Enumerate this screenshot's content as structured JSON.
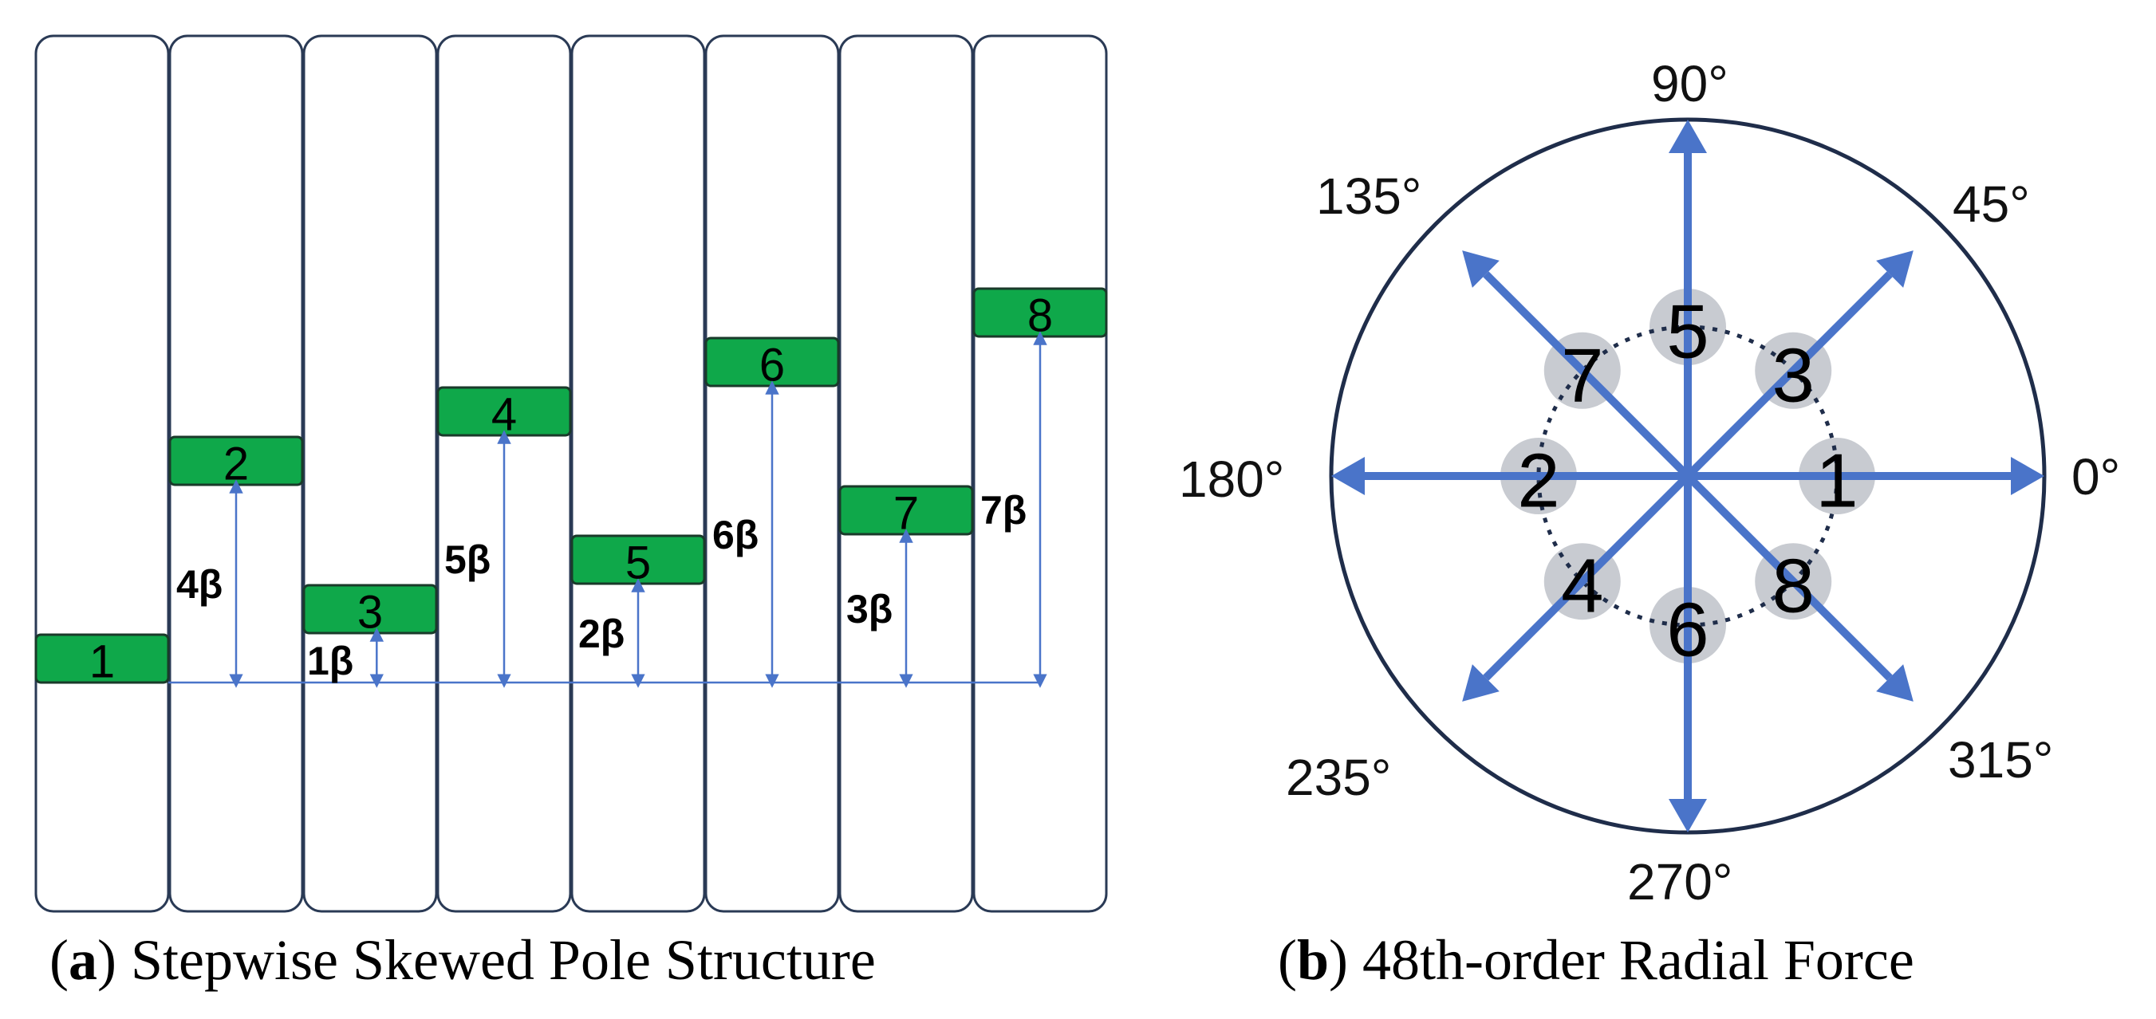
{
  "panel_a": {
    "caption_letter": "a",
    "caption_text": "Stepwise Skewed Pole Structure",
    "poles": [
      {
        "label": "1",
        "step": 0
      },
      {
        "label": "2",
        "step": 4
      },
      {
        "label": "3",
        "step": 1
      },
      {
        "label": "4",
        "step": 5
      },
      {
        "label": "5",
        "step": 2
      },
      {
        "label": "6",
        "step": 6
      },
      {
        "label": "7",
        "step": 3
      },
      {
        "label": "8",
        "step": 7
      }
    ],
    "offset_labels": [
      "4β",
      "1β",
      "5β",
      "2β",
      "6β",
      "3β",
      "7β"
    ]
  },
  "panel_b": {
    "caption_letter": "b",
    "caption_text": "48th-order Radial Force",
    "angle_labels": {
      "a0": "0°",
      "a45": "45°",
      "a90": "90°",
      "a135": "135°",
      "a180": "180°",
      "a235": "235°",
      "a270": "270°",
      "a315": "315°"
    },
    "vectors": [
      {
        "label": "1",
        "angle_deg": 0
      },
      {
        "label": "3",
        "angle_deg": 45
      },
      {
        "label": "5",
        "angle_deg": 90
      },
      {
        "label": "7",
        "angle_deg": 135
      },
      {
        "label": "2",
        "angle_deg": 180
      },
      {
        "label": "4",
        "angle_deg": 225
      },
      {
        "label": "6",
        "angle_deg": 270
      },
      {
        "label": "8",
        "angle_deg": 315
      }
    ]
  },
  "colors": {
    "pole_fill": "#0fa84a",
    "arrow": "#4a74c9",
    "outline": "#1f2d4a",
    "marker_circle": "#c8cbd1"
  }
}
